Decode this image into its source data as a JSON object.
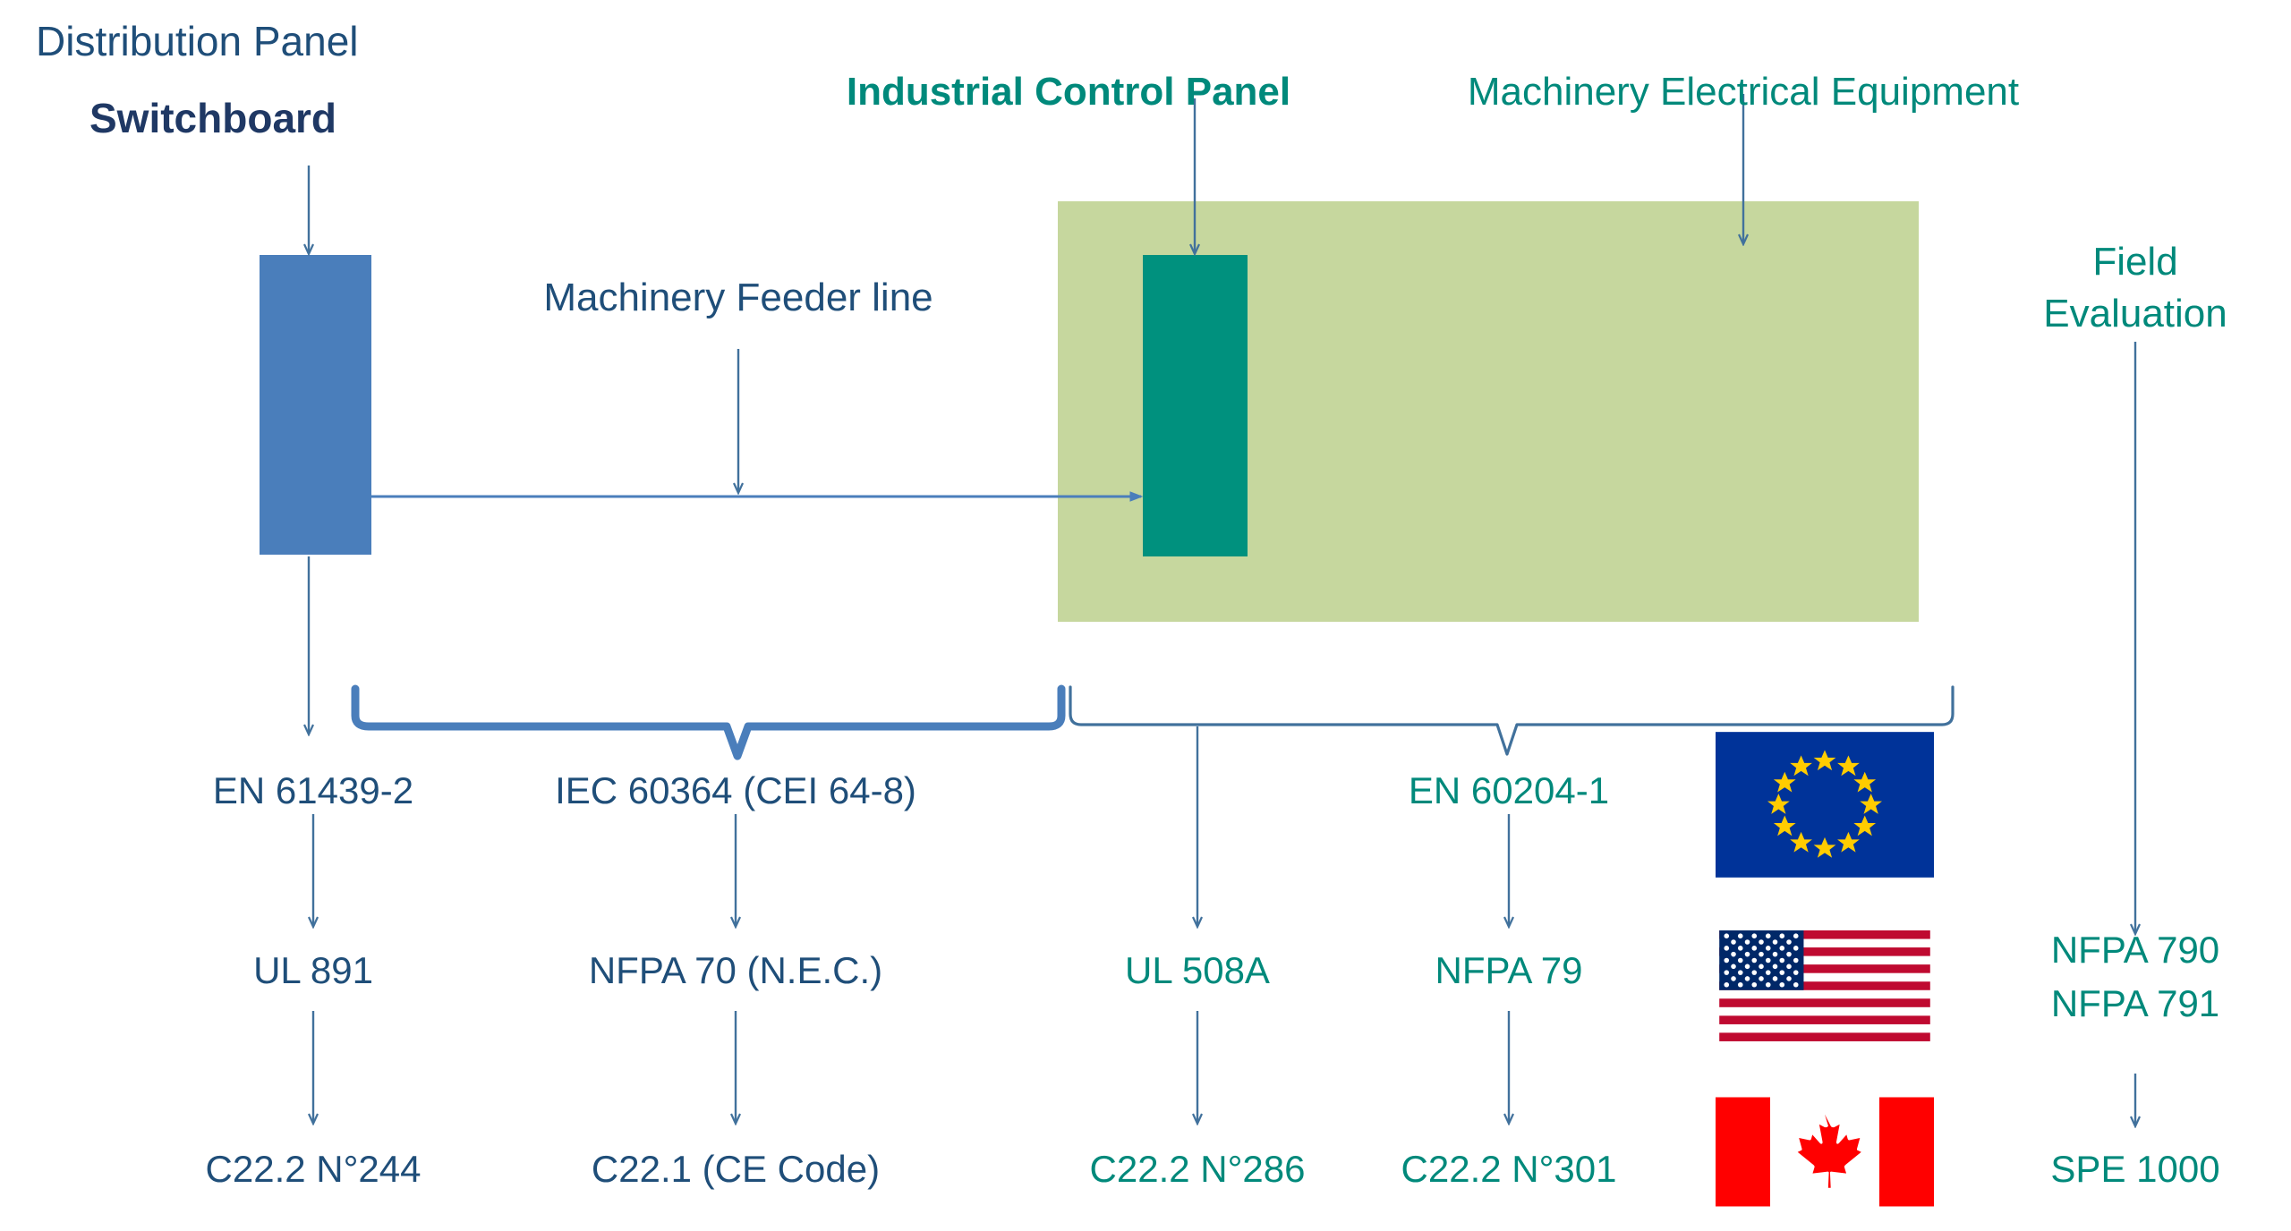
{
  "diagram": {
    "title_labels": {
      "distribution_panel": "Distribution Panel",
      "switchboard": "Switchboard",
      "industrial_control_panel": "Industrial Control Panel",
      "machinery_electrical_equipment": "Machinery Electrical Equipment",
      "field_evaluation_line1": "Field",
      "field_evaluation_line2": "Evaluation",
      "machinery_feeder_line": "Machinery Feeder line"
    },
    "shapes": {
      "switchboard_box_color": "#4a7ebb",
      "machinery_area_color": "#c6d79e",
      "control_panel_box_color": "#00917e",
      "connector_color": "#41719c",
      "brace_color": "#4a7ebb"
    },
    "columns": [
      {
        "id": "switchboard",
        "color": "#1f4e79",
        "standards": [
          "EN 61439-2",
          "UL 891",
          "C22.2 N°244"
        ]
      },
      {
        "id": "feeder",
        "color": "#1f4e79",
        "standards": [
          "IEC 60364 (CEI 64-8)",
          "NFPA 70 (N.E.C.)",
          "C22.1 (CE Code)"
        ]
      },
      {
        "id": "control-panel",
        "color": "#00897b",
        "standards": [
          "UL 508A",
          "C22.2 N°286"
        ]
      },
      {
        "id": "machinery",
        "color": "#00897b",
        "standards": [
          "EN 60204-1",
          "NFPA 79",
          "C22.2 N°301"
        ]
      },
      {
        "id": "field-evaluation",
        "color": "#00897b",
        "standards": [
          "NFPA 790",
          "NFPA 791",
          "SPE 1000"
        ]
      }
    ],
    "flags": [
      {
        "name": "eu-flag",
        "label": "European Union flag",
        "blue": "#003399",
        "star": "#ffcc00"
      },
      {
        "name": "us-flag",
        "label": "United States flag",
        "red": "#bf0a30",
        "blue": "#002868",
        "white": "#ffffff"
      },
      {
        "name": "canada-flag",
        "label": "Canada flag",
        "red": "#ff0000",
        "white": "#ffffff"
      }
    ]
  }
}
